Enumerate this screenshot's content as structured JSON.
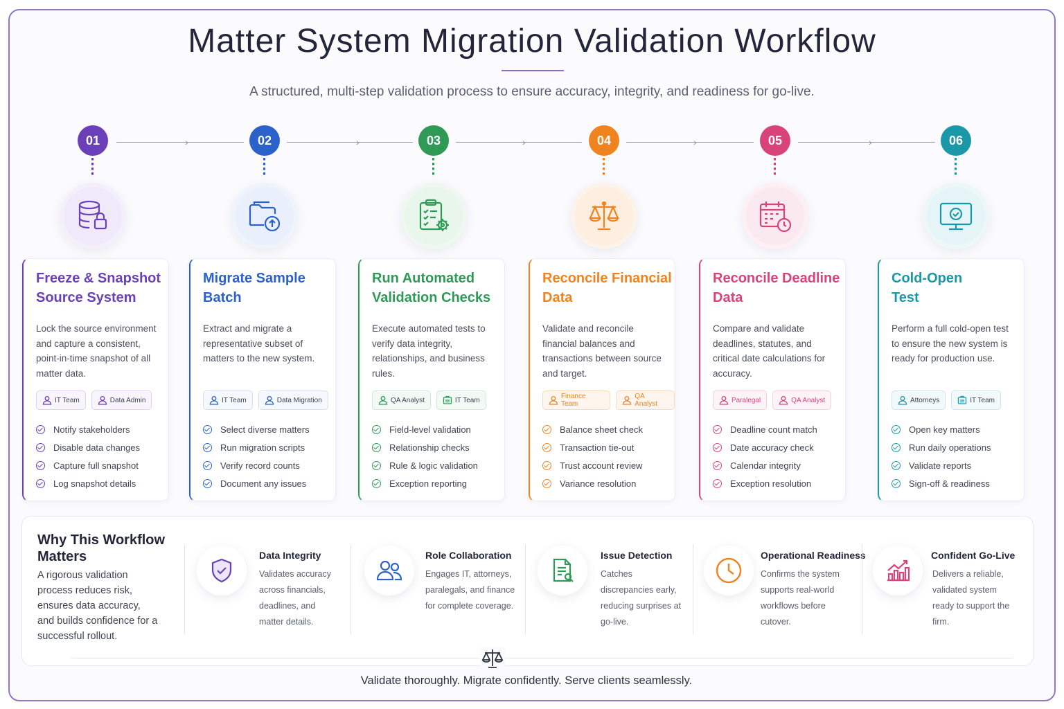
{
  "title": "Matter System Migration Validation Workflow",
  "subtitle": "A structured, multi-step validation process to ensure accuracy, integrity, and readiness for go-live.",
  "colors": {
    "purple": "#6a3fb8",
    "blue": "#2a62c9",
    "green": "#2e9a55",
    "orange": "#ef8320",
    "pink": "#d8437a",
    "teal": "#1b98a8",
    "frame": "#8e79c2"
  },
  "steps": [
    {
      "num": "01",
      "title": "Freeze & Snapshot Source System",
      "icon": "database-lock-icon",
      "desc": "Lock the source environment and capture a consistent, point-in-time snapshot of all matter data.",
      "roles": [
        "IT Team",
        "Data Admin"
      ],
      "checks": [
        "Notify stakeholders",
        "Disable data changes",
        "Capture full snapshot",
        "Log snapshot details"
      ]
    },
    {
      "num": "02",
      "title": "Migrate Sample Batch",
      "icon": "folder-upload-icon",
      "desc": "Extract and migrate a representative subset of matters to the new system.",
      "roles": [
        "IT Team",
        "Data Migration"
      ],
      "checks": [
        "Select diverse matters",
        "Run migration scripts",
        "Verify record counts",
        "Document any issues"
      ]
    },
    {
      "num": "03",
      "title": "Run Automated Validation Checks",
      "icon": "clipboard-gear-icon",
      "desc": "Execute automated tests to verify data integrity, relationships, and business rules.",
      "roles": [
        "QA Analyst",
        "IT Team"
      ],
      "checks": [
        "Field-level validation",
        "Relationship checks",
        "Rule & logic validation",
        "Exception reporting"
      ]
    },
    {
      "num": "04",
      "title": "Reconcile Financial Data",
      "icon": "balance-scale-icon",
      "desc": "Validate and reconcile financial balances and transactions between source and target.",
      "roles": [
        "Finance Team",
        "QA Analyst"
      ],
      "checks": [
        "Balance sheet check",
        "Transaction tie-out",
        "Trust account review",
        "Variance resolution"
      ]
    },
    {
      "num": "05",
      "title": "Reconcile Deadline Data",
      "icon": "calendar-clock-icon",
      "desc": "Compare and validate deadlines, statutes, and critical date calculations for accuracy.",
      "roles": [
        "Paralegal",
        "QA Analyst"
      ],
      "checks": [
        "Deadline count match",
        "Date accuracy check",
        "Calendar integrity",
        "Exception resolution"
      ]
    },
    {
      "num": "06",
      "title": "Cold-Open Test",
      "icon": "monitor-check-icon",
      "desc": "Perform a full cold-open test to ensure the new system is ready for production use.",
      "roles": [
        "Attorneys",
        "IT Team"
      ],
      "checks": [
        "Open key matters",
        "Run daily operations",
        "Validate reports",
        "Sign-off & readiness"
      ]
    }
  ],
  "why": {
    "title": "Why This Workflow Matters",
    "desc": "A rigorous validation process reduces risk, ensures data accuracy, and builds confidence for a successful rollout.",
    "benefits": [
      {
        "title": "Data Integrity",
        "icon": "shield-check-icon",
        "desc": "Validates accuracy across financials, deadlines, and matter details."
      },
      {
        "title": "Role Collaboration",
        "icon": "people-icon",
        "desc": "Engages IT, attorneys, paralegals, and finance for complete coverage."
      },
      {
        "title": "Issue Detection",
        "icon": "document-search-icon",
        "desc": "Catches discrepancies early, reducing surprises at go-live."
      },
      {
        "title": "Operational Readiness",
        "icon": "clock-icon",
        "desc": "Confirms the system supports real-world workflows before cutover."
      },
      {
        "title": "Confident Go-Live",
        "icon": "trend-chart-icon",
        "desc": "Delivers a reliable, validated system ready to support the firm."
      }
    ]
  },
  "tagline": "Validate thoroughly. Migrate confidently. Serve clients seamlessly."
}
